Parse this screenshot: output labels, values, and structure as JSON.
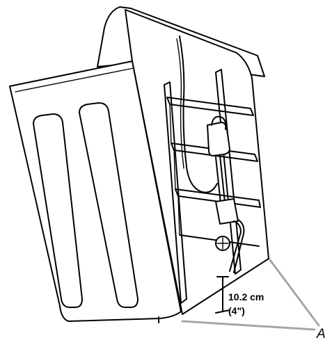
{
  "diagram": {
    "measurement": {
      "metric": "10.2 cm",
      "imperial": "(4\")"
    },
    "callout_letter": "A",
    "colors": {
      "outline": "#000000",
      "leader_line": "#a6a6a6",
      "background": "#ffffff"
    }
  }
}
